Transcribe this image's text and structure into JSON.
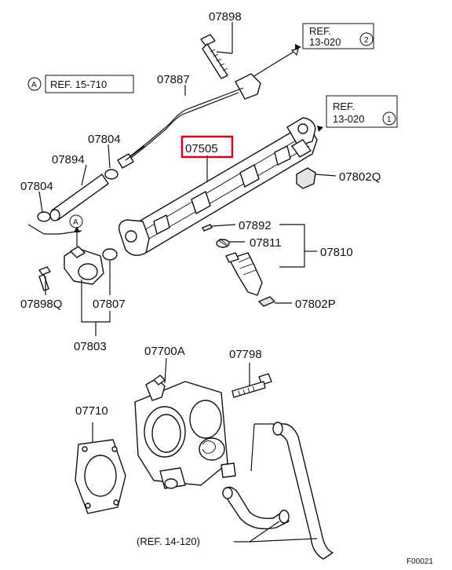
{
  "parts": {
    "p07898": "07898",
    "p07887": "07887",
    "p07804a": "07804",
    "p07894": "07894",
    "p07804b": "07804",
    "p07505": "07505",
    "p07802Q": "07802Q",
    "p07892": "07892",
    "p07811": "07811",
    "p07810": "07810",
    "p07802P": "07802P",
    "p07898Q": "07898Q",
    "p07807": "07807",
    "p07803": "07803",
    "p07700A": "07700A",
    "p07798": "07798",
    "p07710": "07710"
  },
  "refs": {
    "ref1_line1": "REF.",
    "ref1_line2": "13-020",
    "ref1_circle": "2",
    "ref2_line1": "REF.",
    "ref2_line2": "13-020",
    "ref2_circle": "1",
    "ref3_marker": "A",
    "ref3_text": "REF. 15-710",
    "ref4_text": "(REF. 14-120)",
    "marker_A": "A"
  },
  "figure_code": "F00021",
  "colors": {
    "highlight": "#d0021b",
    "line": "#111111"
  }
}
